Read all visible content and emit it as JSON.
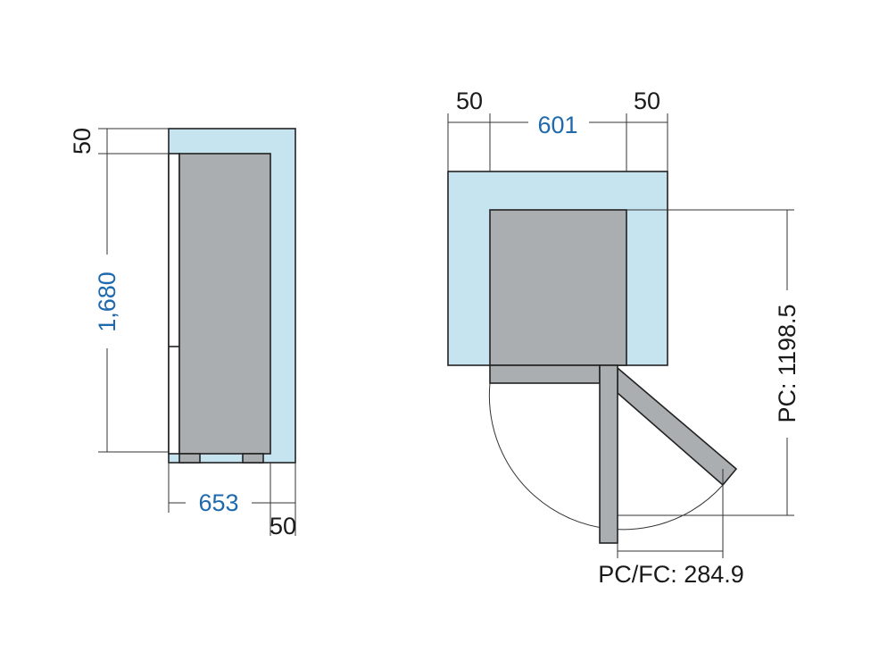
{
  "side_view": {
    "top_clearance": "50",
    "height": "1,680",
    "depth": "653",
    "rear_clearance": "50"
  },
  "top_view": {
    "left_clearance": "50",
    "width": "601",
    "right_clearance": "50",
    "door_open_depth": "PC: 1198.5",
    "door_swing": "PC/FC: 284.9"
  },
  "colors": {
    "clearance": "#c6e3f0",
    "body": "#abaeb0",
    "blue_text": "#1f6aad"
  }
}
